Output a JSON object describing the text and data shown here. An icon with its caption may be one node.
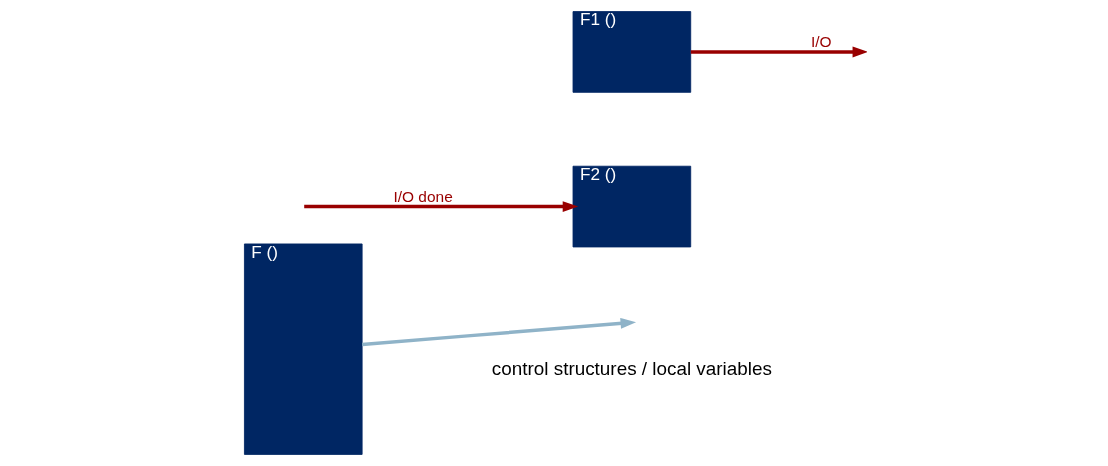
{
  "diagram": {
    "nodes": [
      {
        "text": [
          "F ()"
        ]
      },
      {
        "text": [
          "F1 ()"
        ]
      },
      {
        "text": [
          "F2 ()"
        ]
      }
    ],
    "edges": [
      {
        "from": 0,
        "to": null,
        "arrow": "to",
        "color": "#8fb3c8"
      },
      {
        "from": 1,
        "to": null,
        "arrow": "to",
        "label": "I/O",
        "color": "#990000"
      },
      {
        "from": null,
        "to": 2,
        "arrow": "to",
        "label": "I/O done",
        "color": "#990000"
      }
    ],
    "labels": [
      "control structures / local variables"
    ]
  }
}
